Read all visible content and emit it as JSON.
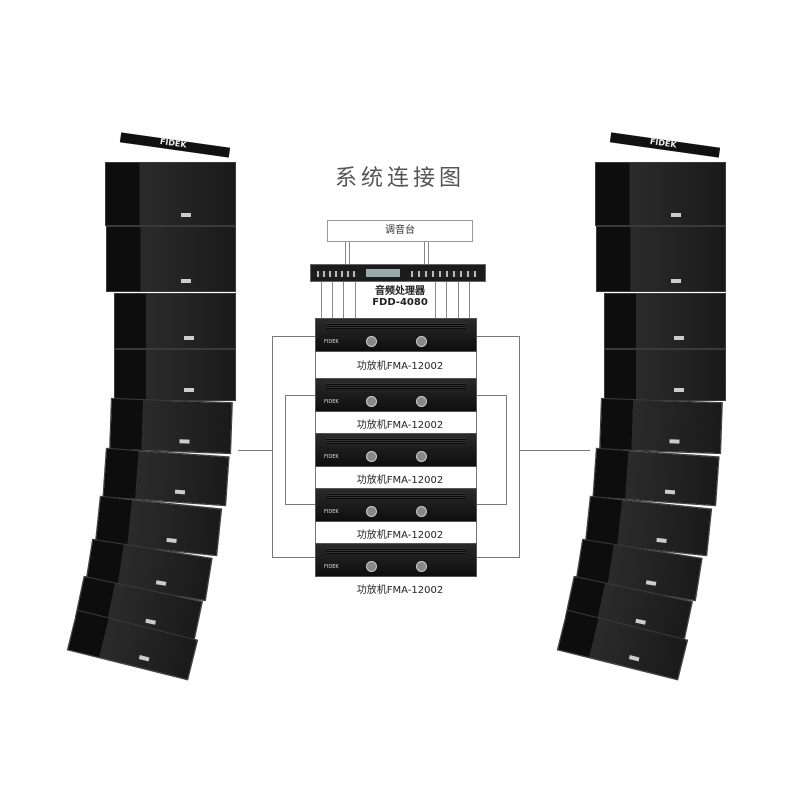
{
  "title": "系统连接图",
  "console": {
    "label": "调音台"
  },
  "processor": {
    "name": "音频处理器",
    "model": "FDD-4080"
  },
  "amplifiers": [
    {
      "label": "功放机FMA-12002",
      "brand": "FIDEK"
    },
    {
      "label": "功放机FMA-12002",
      "brand": "FIDEK"
    },
    {
      "label": "功放机FMA-12002",
      "brand": "FIDEK"
    },
    {
      "label": "功放机FMA-12002",
      "brand": "FIDEK"
    },
    {
      "label": "功放机FMA-12002",
      "brand": "FIDEK"
    }
  ],
  "speaker_arrays": {
    "left": {
      "brand": "FIDEK",
      "cabinets": 10
    },
    "right": {
      "brand": "FIDEK",
      "cabinets": 10
    }
  }
}
